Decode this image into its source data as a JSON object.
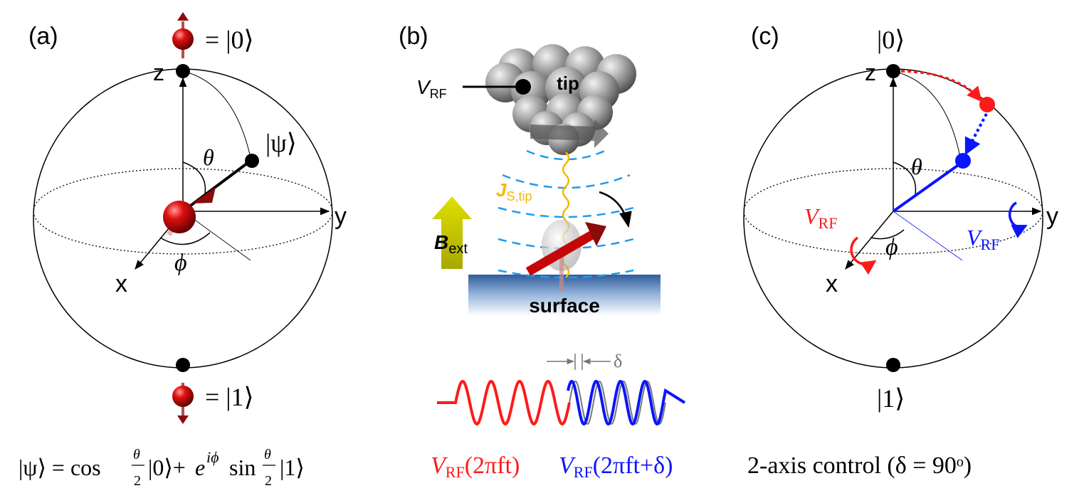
{
  "panel_a": {
    "label": "(a)",
    "ket0": "= |0⟩",
    "ket1": "= |1⟩",
    "axis_z": "z",
    "axis_y": "y",
    "axis_x": "x",
    "theta": "θ",
    "phi": "ϕ",
    "psi": "|ψ⟩",
    "formula": {
      "lhs": "|ψ⟩ = cos",
      "frac_num": "θ",
      "frac_den": "2",
      "ket0": "|0⟩+",
      "exp": "e",
      "exp_sup": "iϕ",
      "sin": "sin",
      "ket1": "|1⟩"
    }
  },
  "panel_b": {
    "label": "(b)",
    "vrf": "V",
    "vrf_sub": "RF",
    "tip": "tip",
    "surface": "surface",
    "b": "B",
    "b_sub": "ext",
    "j": "J",
    "j_sub": "S,tip",
    "delta": "δ",
    "cap_red": "V",
    "cap_red_sub": "RF",
    "cap_red_arg": "(2πft)",
    "cap_blue": "V",
    "cap_blue_sub": "RF",
    "cap_blue_arg": "(2πft+δ)"
  },
  "panel_c": {
    "label": "(c)",
    "ket0": "|0⟩",
    "ket1": "|1⟩",
    "axis_z": "z",
    "axis_y": "y",
    "axis_x": "x",
    "theta": "θ",
    "phi": "ϕ",
    "vrf_red": "V",
    "vrf_red_sub": "RF",
    "vrf_blue": "V",
    "vrf_blue_sub": "RF",
    "caption": "2-axis control (δ = 90ᵒ)"
  },
  "colors": {
    "red": "#ff1a1a",
    "blue": "#0a14ff",
    "dark_red": "#8b0a0a",
    "amber": "#f5b800",
    "olive": "#c8c800",
    "dashed_blue": "#1e9bf0"
  }
}
